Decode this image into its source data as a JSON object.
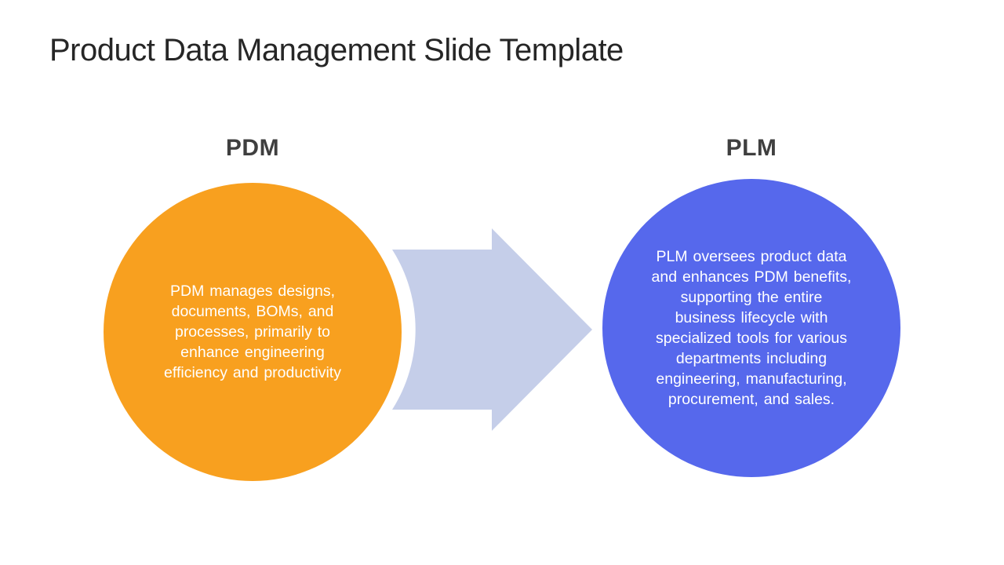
{
  "slide": {
    "title": "Product Data Management Slide Template",
    "colors": {
      "background": "#FFFFFF",
      "title_text": "#262626",
      "heading_text": "#3F3F3F",
      "circle_text": "#FFFFFF",
      "pdm_circle": "#F8A01F",
      "plm_circle": "#5668EC",
      "arrow": "#C5CEE9"
    },
    "pdm": {
      "heading": "PDM",
      "description": "PDM manages designs,\ndocuments, BOMs, and\nprocesses, primarily to\nenhance engineering\nefficiency and productivity"
    },
    "plm": {
      "heading": "PLM",
      "description": "PLM oversees product data\nand enhances PDM benefits,\nsupporting the entire\nbusiness lifecycle with\nspecialized tools for various\ndepartments including\nengineering, manufacturing,\nprocurement, and sales."
    },
    "arrow": {
      "direction": "right"
    }
  }
}
